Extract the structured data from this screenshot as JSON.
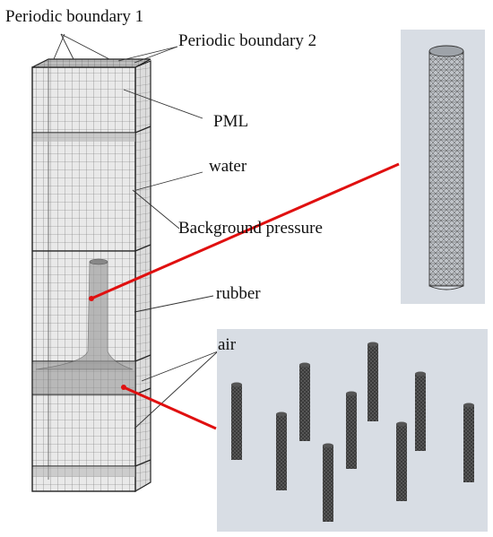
{
  "labels": {
    "periodic_boundary_1": "Periodic boundary 1",
    "periodic_boundary_2": "Periodic boundary 2",
    "pml": "PML",
    "water": "water",
    "background_pressure": "Background pressure",
    "rubber": "rubber",
    "air": "air"
  },
  "colors": {
    "panel_bg": "#d8dde4",
    "mesh_line": "#6b6b6b",
    "mesh_fill": "#e6e6e6",
    "dark_band": "#9a9a9a",
    "pointer_red": "#e01010",
    "cylinder_fill": "#2e2e2e"
  },
  "icons": [
    "meshed-column",
    "meshed-cylinder",
    "cylinder-array"
  ]
}
